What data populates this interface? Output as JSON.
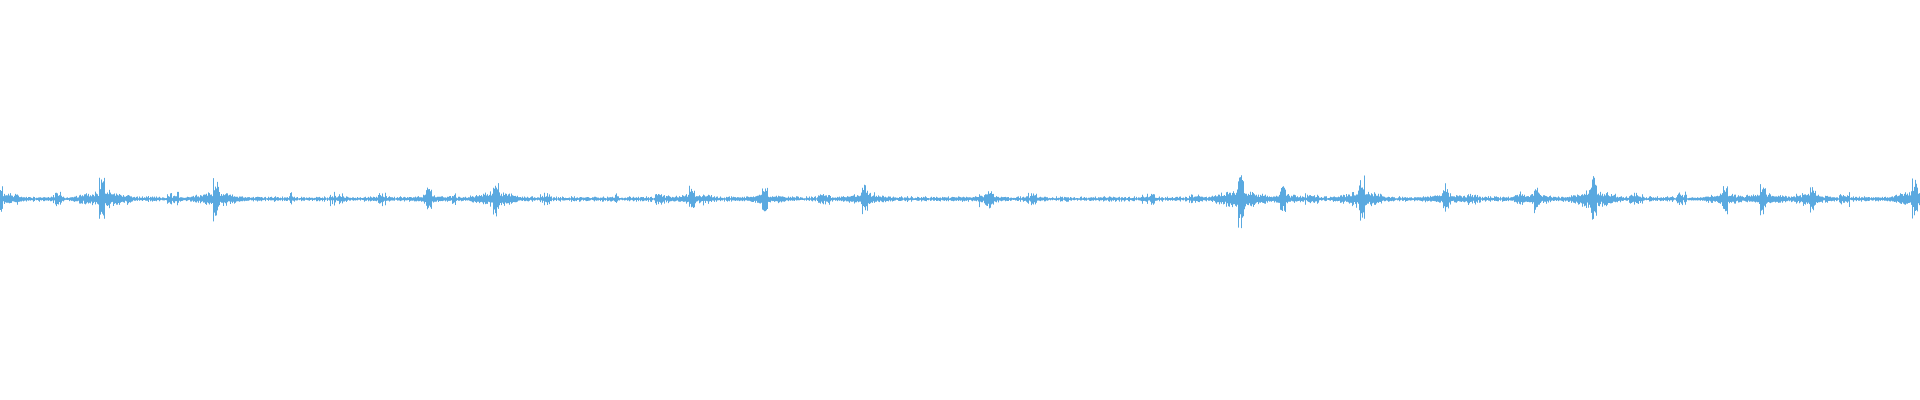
{
  "waveform": {
    "name": "audio-waveform",
    "color": "#5aa9e0",
    "background": "#ffffff",
    "baseline_amplitude": 0.012,
    "peak_amplitude_max": 0.14,
    "peaks": [
      {
        "at": 0.0,
        "level": 0.08
      },
      {
        "at": 0.053,
        "level": 0.14
      },
      {
        "at": 0.112,
        "level": 0.12
      },
      {
        "at": 0.223,
        "level": 0.07
      },
      {
        "at": 0.258,
        "level": 0.12
      },
      {
        "at": 0.36,
        "level": 0.07
      },
      {
        "at": 0.398,
        "level": 0.08
      },
      {
        "at": 0.45,
        "level": 0.09
      },
      {
        "at": 0.515,
        "level": 0.06
      },
      {
        "at": 0.646,
        "level": 0.16
      },
      {
        "at": 0.668,
        "level": 0.08
      },
      {
        "at": 0.709,
        "level": 0.13
      },
      {
        "at": 0.753,
        "level": 0.09
      },
      {
        "at": 0.8,
        "level": 0.08
      },
      {
        "at": 0.83,
        "level": 0.14
      },
      {
        "at": 0.898,
        "level": 0.09
      },
      {
        "at": 0.918,
        "level": 0.1
      },
      {
        "at": 0.944,
        "level": 0.08
      },
      {
        "at": 0.997,
        "level": 0.11
      }
    ]
  }
}
